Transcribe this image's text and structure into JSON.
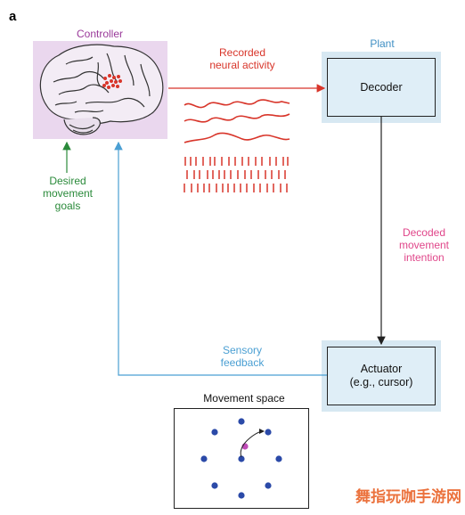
{
  "panel_label": "a",
  "controller": {
    "title": "Controller",
    "title_color": "#9a3a9a",
    "bg_color": "#ead7ee"
  },
  "plant": {
    "title": "Plant",
    "title_color": "#3f8fc4"
  },
  "recorded": {
    "label": "Recorded\nneural activity",
    "color": "#d8352a"
  },
  "decoder": {
    "label": "Decoder",
    "fill": "#dfeef7",
    "halo": "#d7e8f2"
  },
  "decoded": {
    "label": "Decoded\nmovement\nintention",
    "color": "#e0468a"
  },
  "actuator": {
    "label": "Actuator\n(e.g., cursor)"
  },
  "sensory": {
    "label": "Sensory\nfeedback",
    "color": "#4a9fd3"
  },
  "desired": {
    "label": "Desired\nmovement\ngoals",
    "color": "#2a8a3a"
  },
  "movement_space": {
    "title": "Movement space",
    "target_color": "#2b4aa8",
    "cursor_color": "#c04ab8"
  },
  "watermark": {
    "text": "舞指玩咖手游网"
  }
}
